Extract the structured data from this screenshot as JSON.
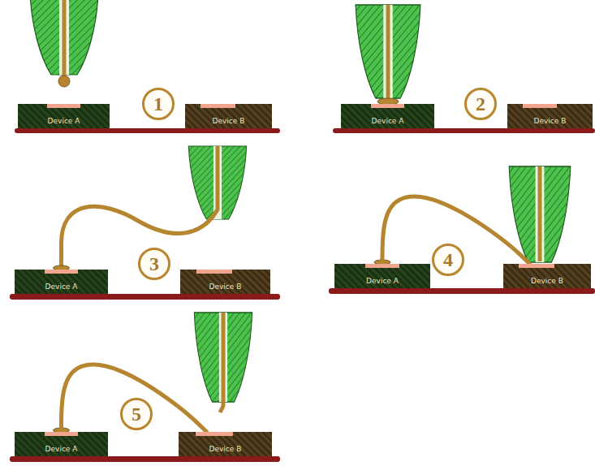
{
  "diagram": {
    "nodes": [
      {
        "text": [
          "Device A"
        ]
      },
      {
        "text": [
          "1"
        ]
      },
      {
        "text": [
          "Device B"
        ]
      },
      {
        "text": [
          "Device A"
        ]
      },
      {
        "text": [
          "2"
        ]
      },
      {
        "text": [
          "Device B"
        ]
      },
      {
        "text": [
          "Device A"
        ]
      },
      {
        "text": [
          "3"
        ]
      },
      {
        "text": [
          "Device B"
        ]
      },
      {
        "text": [
          "Device A"
        ]
      },
      {
        "text": [
          "4"
        ]
      },
      {
        "text": [
          "Device B"
        ]
      },
      {
        "text": [
          "Device A"
        ]
      },
      {
        "text": [
          "5"
        ]
      },
      {
        "text": [
          "Device B"
        ]
      }
    ],
    "edges": [
      {
        "from": 9,
        "to": 11,
        "arrow": "none"
      },
      {
        "from": 12,
        "to": 14,
        "arrow": "none"
      }
    ]
  }
}
